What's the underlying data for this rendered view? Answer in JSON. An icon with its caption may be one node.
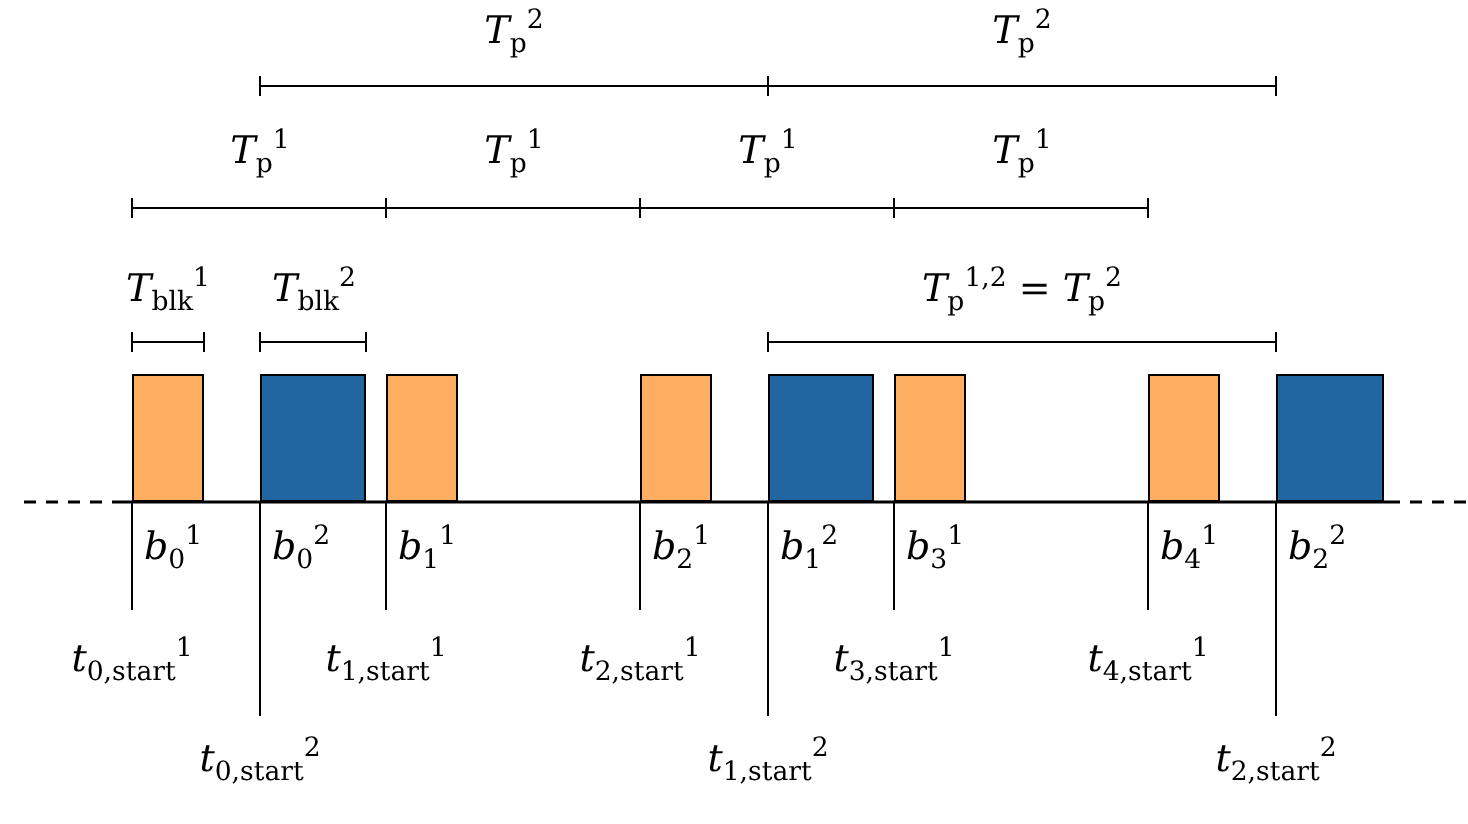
{
  "diagram": {
    "nodes": [
      {
        "text": [],
        "shape": "bar",
        "beside": [
          "*b*$_{0}$$^{1}$"
        ]
      },
      {
        "text": [],
        "shape": "bar",
        "beside": [
          "*b*$_{0}$$^{2}$"
        ]
      },
      {
        "text": [],
        "shape": "bar",
        "beside": [
          "*b*$_{1}$$^{1}$"
        ]
      },
      {
        "text": [],
        "shape": "bar",
        "beside": [
          "*b*$_{2}$$^{1}$"
        ]
      },
      {
        "text": [],
        "shape": "bar",
        "beside": [
          "*b*$_{1}$$^{2}$"
        ]
      },
      {
        "text": [],
        "shape": "bar",
        "beside": [
          "*b*$_{3}$$^{1}$"
        ]
      },
      {
        "text": [],
        "shape": "bar",
        "beside": [
          "*b*$_{4}$$^{1}$"
        ]
      },
      {
        "text": [],
        "shape": "bar",
        "beside": [
          "*b*$_{2}$$^{2}$"
        ]
      }
    ],
    "labels": [
      "*T*$_{p}$$^{2}$",
      "*T*$_{p}$$^{2}$",
      "*T*$_{p}$$^{1}$",
      "*T*$_{p}$$^{1}$",
      "*T*$_{p}$$^{1}$",
      "*T*$_{p}$$^{1}$",
      "*T*$_{blk}$$^{1}$",
      "*T*$_{blk}$$^{2}$",
      "*T*$_{p}$$^{1,2}$ = *T*$_{p}$$^{2}$",
      "*t*$_{0,start}$$^{1}$",
      "*t*$_{1,start}$$^{1}$",
      "*t*$_{2,start}$$^{1}$",
      "*t*$_{3,start}$$^{1}$",
      "*t*$_{4,start}$$^{1}$",
      "*t*$_{0,start}$$^{2}$",
      "*t*$_{1,start}$$^{2}$",
      "*t*$_{2,start}$$^{2}$"
    ]
  }
}
